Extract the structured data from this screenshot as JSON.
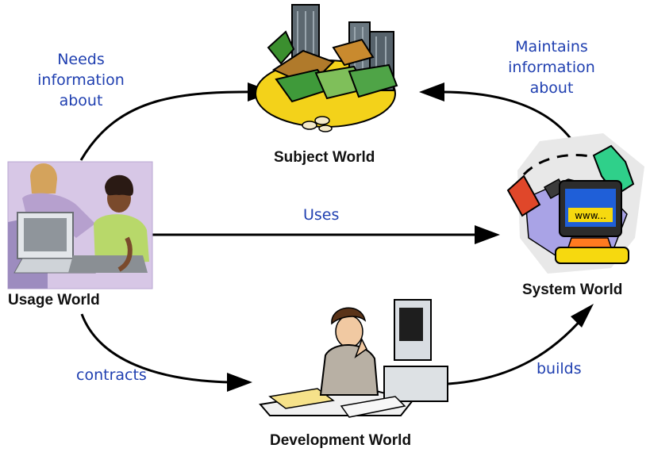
{
  "worlds": {
    "subject": "Subject World",
    "usage": "Usage World",
    "system": "System World",
    "development": "Development World"
  },
  "relations": {
    "needs": [
      "Needs",
      "information",
      "about"
    ],
    "maintains": [
      "Maintains",
      "information",
      "about"
    ],
    "uses": "Uses",
    "contracts": "contracts",
    "builds": "builds"
  },
  "screen_text": "www...",
  "colors": {
    "relation_text": "#1f3fb0",
    "world_text": "#111111",
    "arrow": "#000000"
  },
  "icons": [
    "office-people-clipart-icon",
    "city-money-clipart-icon",
    "satellite-computer-clipart-icon",
    "woman-at-computer-clipart-icon"
  ]
}
